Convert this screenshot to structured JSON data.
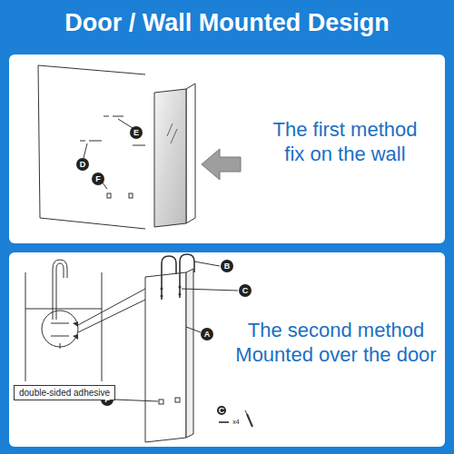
{
  "diagram": {
    "title": "Door / Wall Mounted Design",
    "nodes": [
      {
        "text": [
          "The first method fix on the wall"
        ]
      },
      {
        "text": [
          "The second method Mounted over the door"
        ]
      },
      {
        "text": [
          "double-sided adhesive"
        ],
        "in": 1
      }
    ],
    "labels": [
      "E",
      "D",
      "F",
      "B",
      "C",
      "A",
      "F",
      "C",
      "x4"
    ]
  }
}
